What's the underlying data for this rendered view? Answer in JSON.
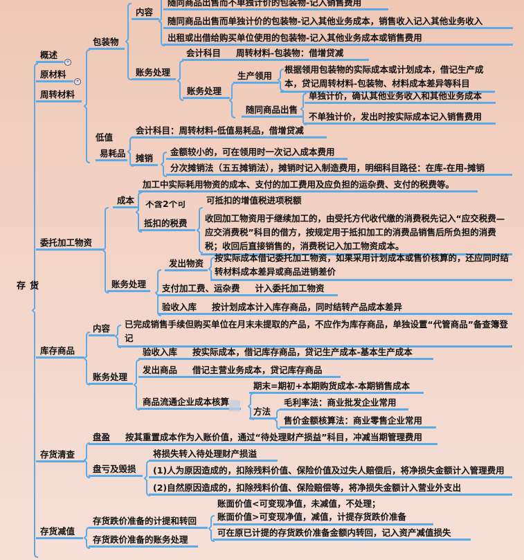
{
  "root": "存货",
  "overview": {
    "label": "概述",
    "expand_icon": "expand-circle-icon"
  },
  "raw": {
    "label": "原材料",
    "expand_icon": "expand-circle-icon"
  },
  "turnover": {
    "label": "周转材料",
    "packaging": {
      "label": "包装物",
      "content": {
        "label": "内容",
        "items": [
          "随同商品出售而不单独计价的包装物-记入销售费用",
          "随同商品出售而单独计价的包装物-记入其他业务成本，销售收入记入其他业务收入",
          "出租或出借给购买单位使用的包装物-记入其他业务成本或销售费用"
        ]
      },
      "accounting": {
        "label": "账务处理",
        "subject_label": "会计科目",
        "subject": "周转材料-包装物：借增贷减",
        "treatment": {
          "label": "账务处理",
          "production": {
            "label": "生产领用",
            "text": "根据领用包装物的实际成本或计划成本，借记生产成本，贷记周转材料-包装物、材料成本差异等科目"
          },
          "sale": {
            "label": "随同商品出售",
            "items": [
              "单独计价，确认其他业务收入和其他业务成本",
              "不单独计价，发出时按实际成本记入销售费用"
            ]
          }
        }
      }
    },
    "lowvalue": {
      "label_line1": "低值",
      "label_line2": "易耗品",
      "subject": "会计科目：周转材料-低值易耗品，借增贷减",
      "amort": {
        "label": "摊销",
        "items": [
          "金额较小的，可在领用时一次记入成本费用",
          "分次摊销法（五五摊销法），摊销时记入制造费用，明细科目路径：在库-在用-摊销"
        ]
      }
    }
  },
  "consigned": {
    "label": "委托加工物资",
    "cost": {
      "label": "成本",
      "item1": "加工中实际耗用物资的成本、支付的加工费用及应负担的运杂费、支付的税费等。",
      "tax": {
        "label_line1": "不含2个可",
        "label_line2": "抵扣的税费",
        "items": [
          "可抵扣的增值税进项税额",
          "收回加工物资用于继续加工的，由受托方代收代缴的消费税先记入“应交税费—应交消费税”科目的借方，按规定用于抵扣加工的消费品销售后所负担的消费税；收回后直接销售的，消费税记入加工物资成本。"
        ]
      }
    },
    "accounting": {
      "label": "账务处理",
      "issue": {
        "label": "发出物资",
        "text": "按实际成本借记委托加工物资，如果采用计划成本或售价核算的，还应同时结转材料成本差异或商品进销差价"
      },
      "pay": {
        "label": "支付加工费、运杂费",
        "text": "计入委托加工物资"
      },
      "receive": {
        "label": "验收入库",
        "text": "按计划成本计入库存商品，同时结转产品成本差异"
      }
    }
  },
  "stock": {
    "label": "库存商品",
    "content": {
      "label": "内容",
      "text": "已完成销售手续但购买单位在月末未提取的产品，不应作为库存商品，单独设置“代管商品”备查簿登记"
    },
    "accounting": {
      "label": "账务处理",
      "receive": {
        "label": "验收入库",
        "text": "按实际成本，借记库存商品，贷记生产成本-基本生产成本"
      },
      "ship": {
        "label": "发出商品",
        "text": "借记主营业务成本，贷记库存商品"
      },
      "circulation": {
        "label": "商品流通企业成本核算",
        "formula": "期末=期初+本期购货成本-本期销售成本",
        "methods": {
          "label": "方法",
          "items": [
            "毛利率法：商业批发企业常用",
            "售价金额核算法：商业零售企业常用"
          ]
        }
      }
    }
  },
  "count": {
    "label": "存货清查",
    "surplus": {
      "label": "盘盈",
      "text": "按其重置成本作为入账价值，通过“待处理财产损益”科目，冲减当期管理费用"
    },
    "loss": {
      "label": "盘亏及毁损",
      "items": [
        "将损失转入待处理财产损溢",
        "(1)人为原因造成的，扣除残料价值、保险价值及过失人赔偿后，将净损失金额计入管理费用",
        "(2)自然原因造成的，扣除残料价值、保险赔偿等，将净损失金额计入营业外支出"
      ]
    }
  },
  "impair": {
    "label": "存货减值",
    "provision": {
      "label": "存货跌价准备的计提和转回",
      "items": [
        "账面价值<可变现净值，未减值，不处理；",
        "账面价值>可变现净值，减值，计提存货跌价准备"
      ]
    },
    "entry": {
      "label": "存货跌价准备的账务处理",
      "text": "可在原已计提的存货跌价准备金额内转回，记入资产减值损失"
    }
  },
  "colors": {
    "line": "#5aaae8",
    "background": "#f2d2c4"
  }
}
